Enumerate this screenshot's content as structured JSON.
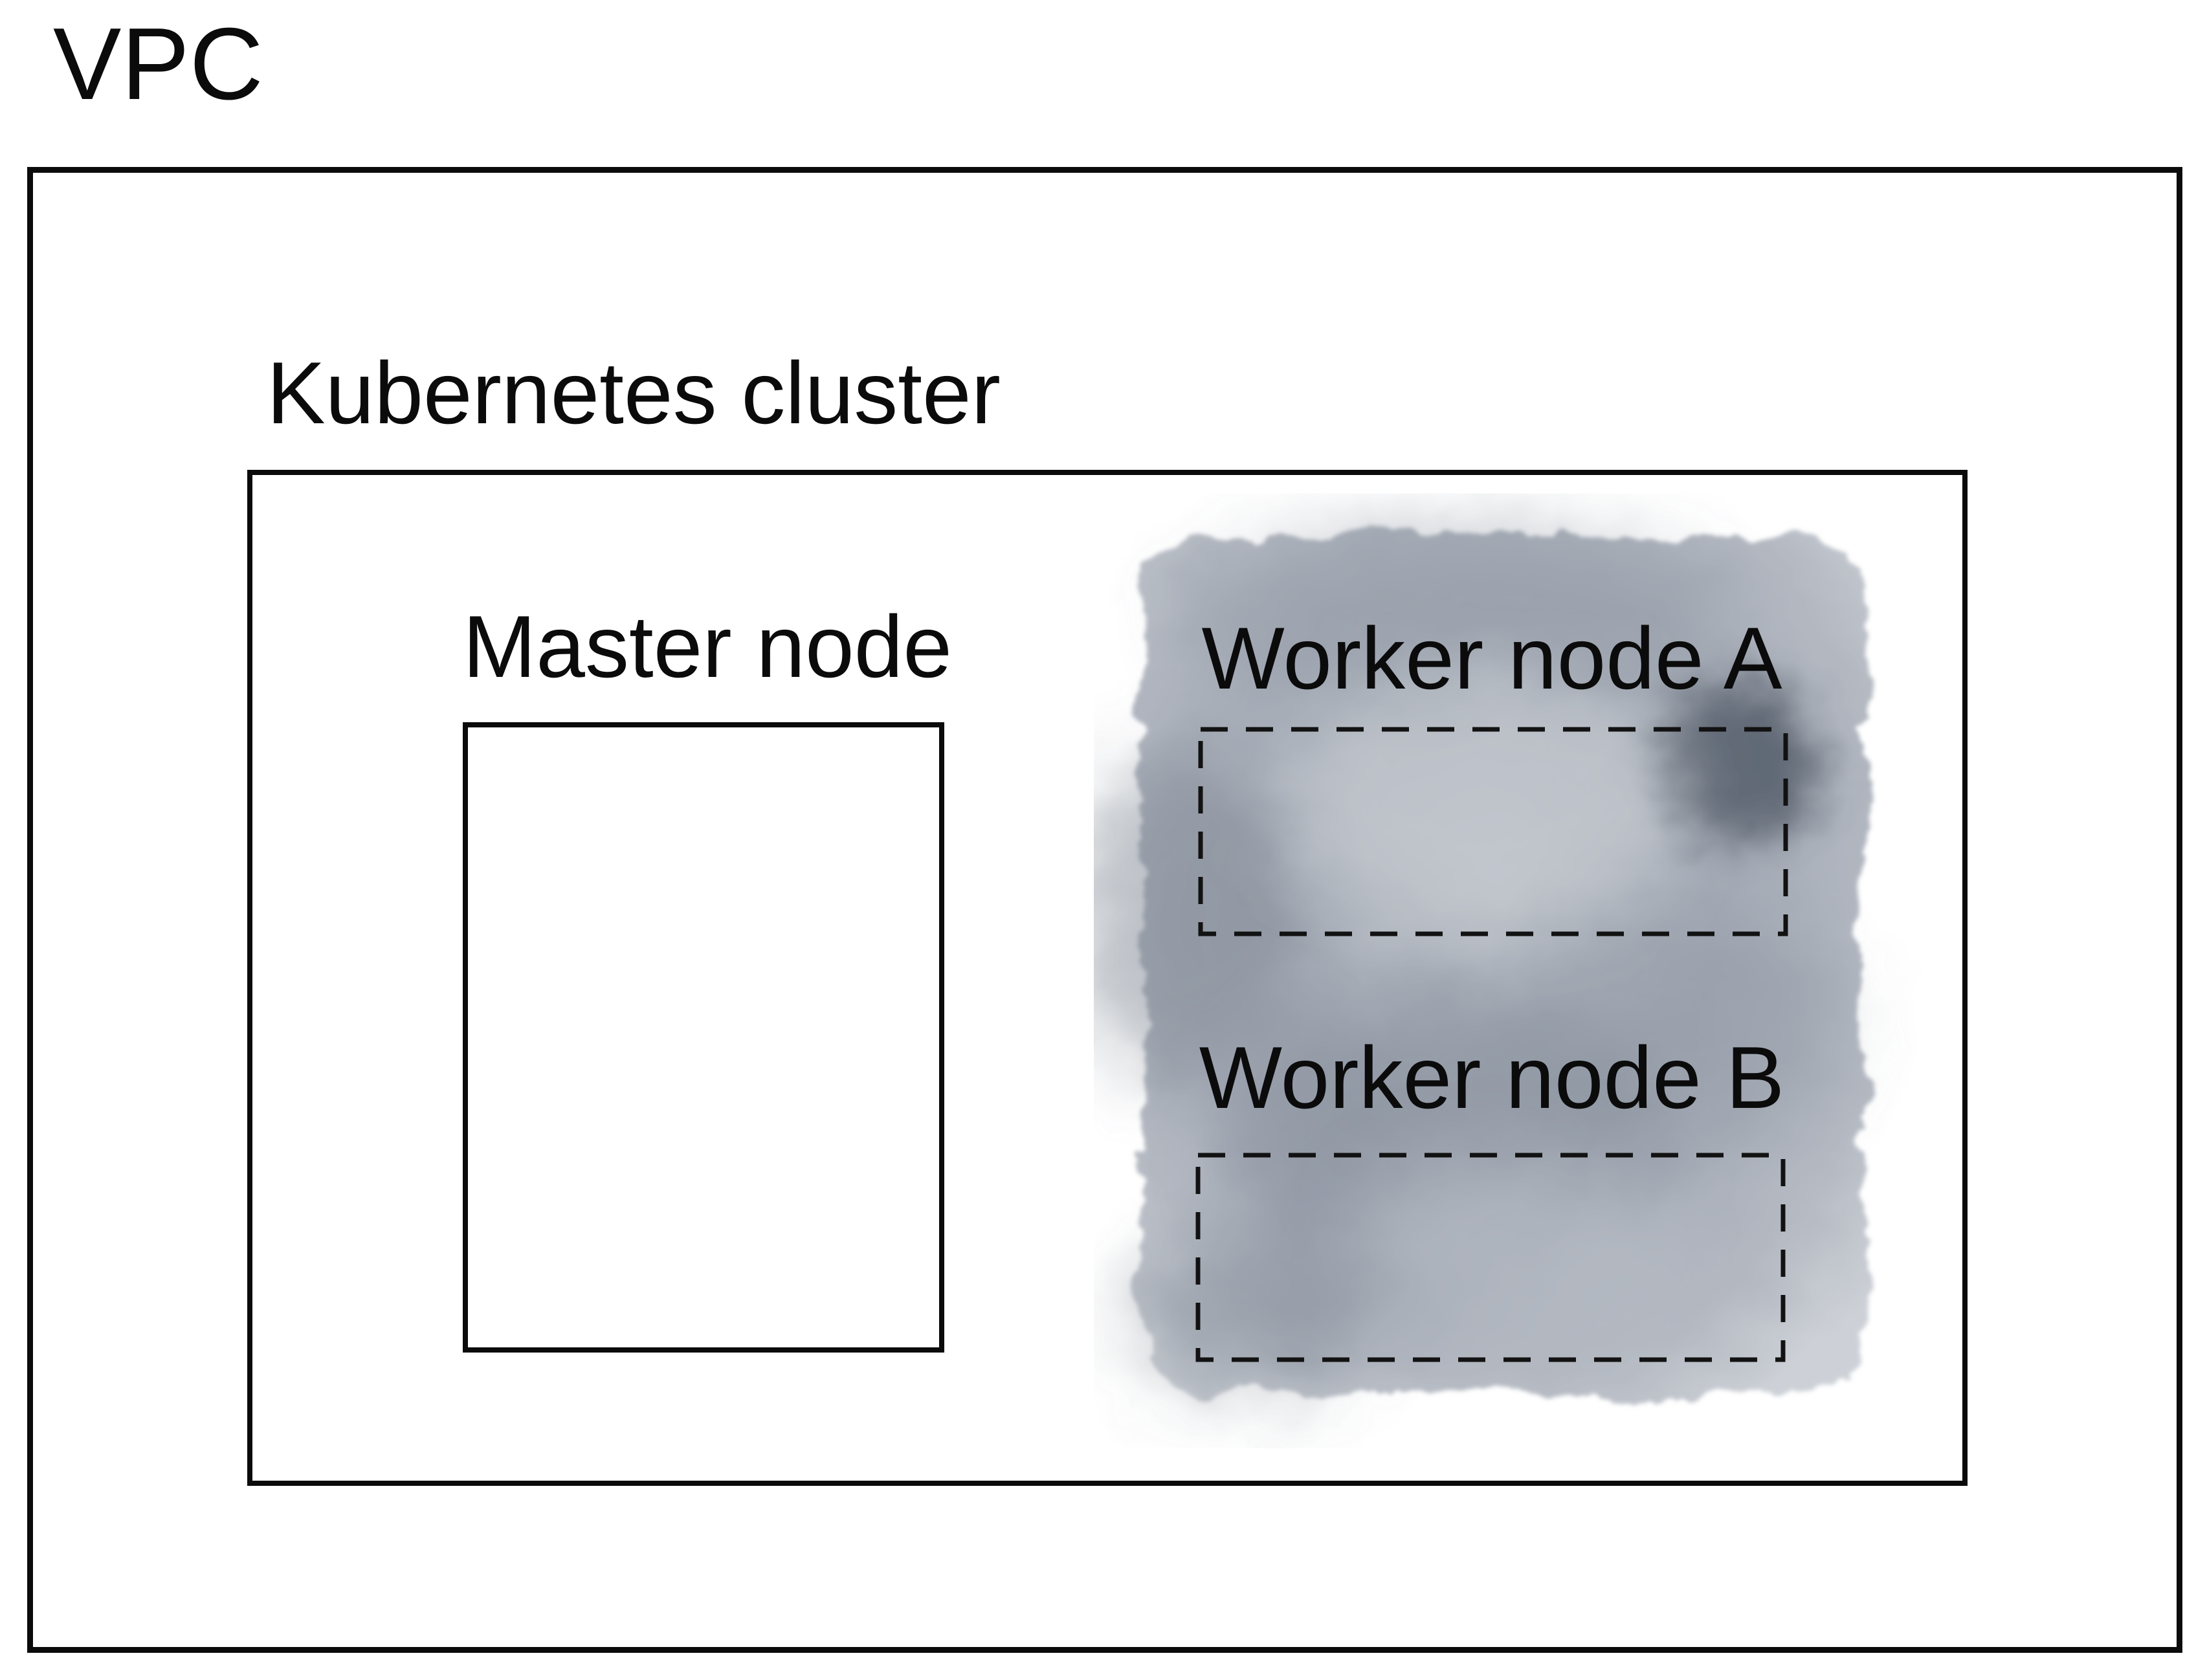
{
  "labels": {
    "vpc": "VPC",
    "cluster": "Kubernetes cluster",
    "master": "Master node",
    "worker_a": "Worker node A",
    "worker_b": "Worker node B"
  },
  "colors": {
    "line": "#0b0b0b",
    "background": "#ffffff",
    "wash_base": "#a9afb9",
    "wash_mid": "#8b93a0",
    "wash_dark": "#4d5663",
    "wash_light": "#cdd1d7"
  }
}
